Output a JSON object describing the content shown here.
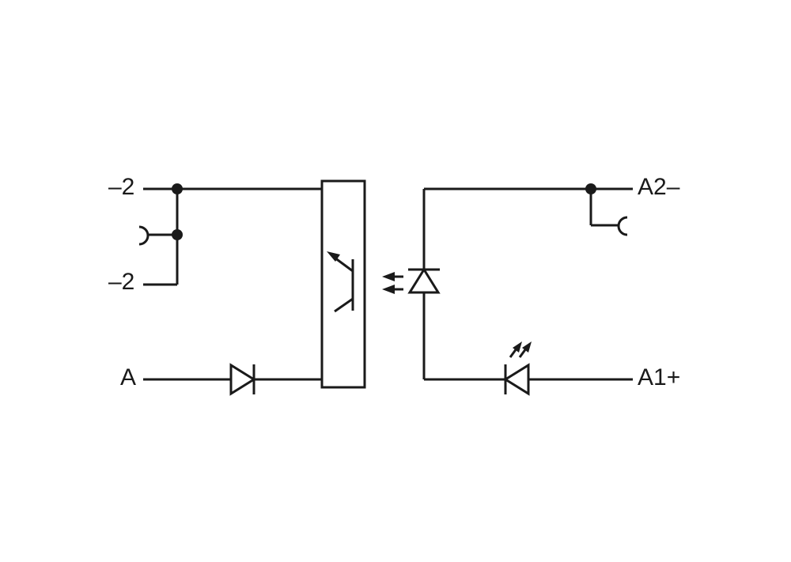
{
  "labels": {
    "left_top": "–2",
    "left_bottom": "–2",
    "input": "A",
    "coil_negative": "A2–",
    "coil_positive": "A1+"
  },
  "colors": {
    "line": "#1a1a1a",
    "background": "#ffffff"
  }
}
